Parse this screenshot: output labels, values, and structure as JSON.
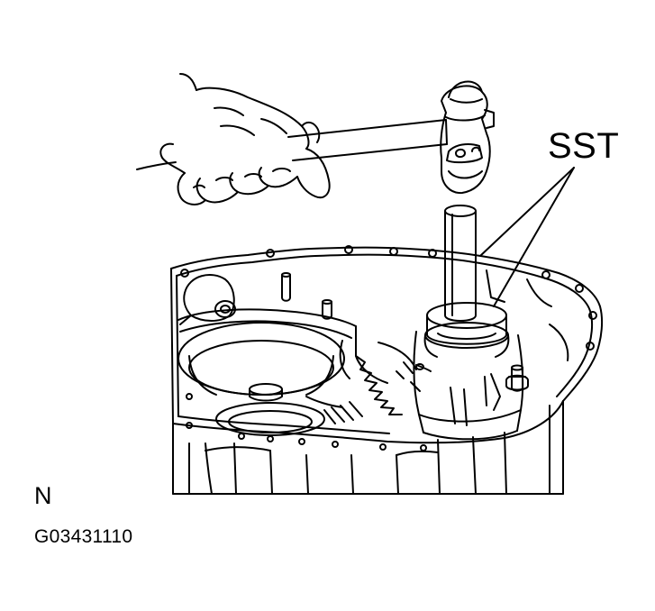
{
  "callout": {
    "sst_label": "SST"
  },
  "view_code": "N",
  "figure_id": "G03431110",
  "colors": {
    "line": "#000000",
    "background": "#ffffff"
  },
  "icons": {
    "hammer": "hammer-icon",
    "hand": "hand-icon",
    "tool": "special-service-tool-icon",
    "housing": "transmission-case-icon"
  }
}
